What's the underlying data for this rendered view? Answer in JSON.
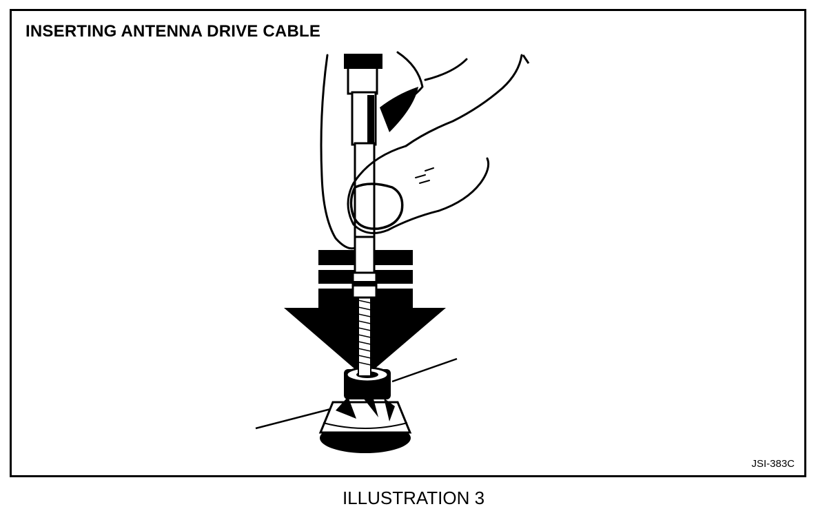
{
  "figure": {
    "title": "INSERTING ANTENNA DRIVE CABLE",
    "figure_code": "JSI-383C",
    "caption": "ILLUSTRATION 3"
  },
  "icons": {
    "drawing": "hand-inserting-cable-into-antenna-nut",
    "direction": "arrow-down-icon"
  },
  "colors": {
    "ink": "#000000",
    "paper": "#ffffff"
  }
}
